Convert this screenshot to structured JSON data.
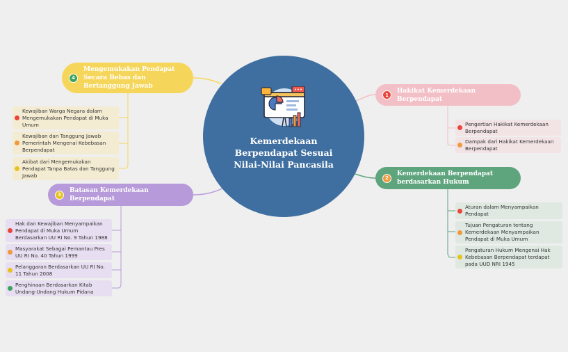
{
  "center": {
    "title": "Kemerdekaan Berpendapat Sesuai Nilai-Nilai Pancasila"
  },
  "topics": {
    "t1": {
      "number": "1",
      "label": "Hakikat Kemerdekaan Berpendapat",
      "color": "#f3bfc6",
      "badge_color": "#e8453c"
    },
    "t2": {
      "number": "2",
      "label": "Kemerdekaan Berpendapat berdasarkan Hukum",
      "color": "#5ea57e",
      "badge_color": "#ef9a3f"
    },
    "t3": {
      "number": "3",
      "label": "Batasan Kemerdekaan Berpendapat",
      "color": "#b79ad9",
      "badge_color": "#e7c21e"
    },
    "t4": {
      "number": "4",
      "label": "Mengemukakan Pendapat Secara Bebas dan Bertanggung Jawab",
      "color": "#f6d65a",
      "badge_color": "#3aa35e"
    }
  },
  "leaves": {
    "t1": [
      {
        "text": "Pengertian Hakikat Kemerdekaan Berpendapat"
      },
      {
        "text": "Dampak dari Hakikat Kemerdekaan Berpendapat"
      }
    ],
    "t2": [
      {
        "text": "Aturan dalam Menyampaikan Pendapat"
      },
      {
        "text": "Tujuan Pengaturan tentang Kemerdekaan Menyampaikan Pendapat di Muka Umum"
      },
      {
        "text": "Pengaturan Hukum Mengenai Hak Kebebasan Berpendapat terdapat pada UUD NRI 1945"
      }
    ],
    "t3": [
      {
        "text": "Hak dan Kewajiban Menyampaikan Pendapat di Muka Umum Berdasarkan UU RI No. 9 Tahun 1988"
      },
      {
        "text": "Masyarakat Sebagai Pemantau Pres UU RI No. 40 Tahun 1999"
      },
      {
        "text": "Pelanggaran Berdasarkan UU RI No. 11 Tahun 2008"
      },
      {
        "text": "Penghinaan Berdasarkan Kitab Undang-Undang Hukum Pidana"
      }
    ],
    "t4": [
      {
        "text": "Kewajiban Warga Negara dalam Mengemukakan Pendapat di Muka Umum"
      },
      {
        "text": "Kewajiban dan Tanggung Jawab Pemerintah Mengenai Kebebasan Berpendapat"
      },
      {
        "text": "Akibat dari Mengemukakan Pendapat Tanpa Batas dan Tanggung Jawab"
      }
    ]
  },
  "colors": {
    "background": "#efefef",
    "center": "#3f6fa0",
    "leaf_pink": "#f2e3e5",
    "leaf_green": "#dfe9e2",
    "leaf_purple": "#e7def1",
    "leaf_yellow": "#f4ecd2"
  }
}
